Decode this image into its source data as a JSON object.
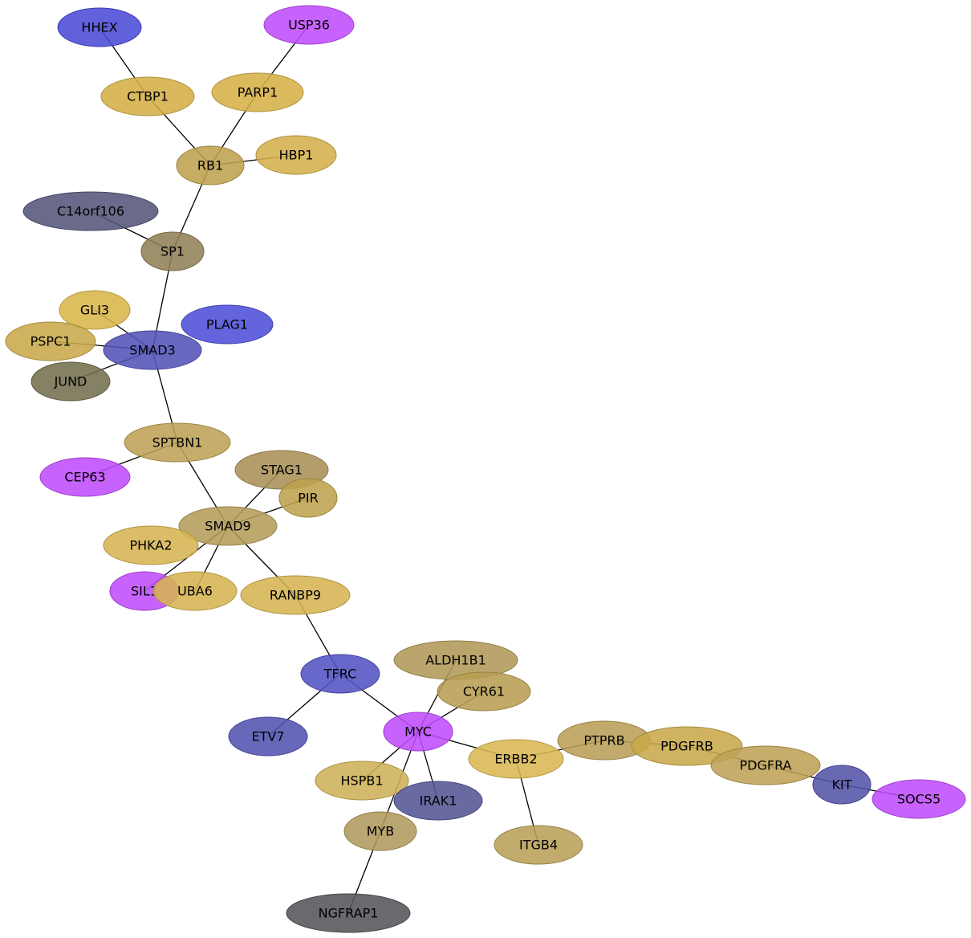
{
  "graph": {
    "nodes": [
      {
        "id": "HHEX",
        "label": "HHEX",
        "color": "#4b4bd6"
      },
      {
        "id": "USP36",
        "label": "USP36",
        "color": "#bf4dfc"
      },
      {
        "id": "CTBP1",
        "label": "CTBP1",
        "color": "#d4ae48"
      },
      {
        "id": "PARP1",
        "label": "PARP1",
        "color": "#d6b048"
      },
      {
        "id": "RB1",
        "label": "RB1",
        "color": "#bea24e"
      },
      {
        "id": "HBP1",
        "label": "HBP1",
        "color": "#d4b04c"
      },
      {
        "id": "C14orf106",
        "label": "C14orf106",
        "color": "#55557a"
      },
      {
        "id": "SP1",
        "label": "SP1",
        "color": "#8f8156"
      },
      {
        "id": "GLI3",
        "label": "GLI3",
        "color": "#dab64a"
      },
      {
        "id": "PLAG1",
        "label": "PLAG1",
        "color": "#4f4fd8"
      },
      {
        "id": "PSPC1",
        "label": "PSPC1",
        "color": "#c8a84a"
      },
      {
        "id": "SMAD3",
        "label": "SMAD3",
        "color": "#5353b8"
      },
      {
        "id": "JUND",
        "label": "JUND",
        "color": "#74704e"
      },
      {
        "id": "SPTBN1",
        "label": "SPTBN1",
        "color": "#bea256"
      },
      {
        "id": "CEP63",
        "label": "CEP63",
        "color": "#bf4dfc"
      },
      {
        "id": "STAG1",
        "label": "STAG1",
        "color": "#a99156"
      },
      {
        "id": "PIR",
        "label": "PIR",
        "color": "#bea24e"
      },
      {
        "id": "SMAD9",
        "label": "SMAD9",
        "color": "#b49c5a"
      },
      {
        "id": "PHKA2",
        "label": "PHKA2",
        "color": "#d6b452"
      },
      {
        "id": "SIL1",
        "label": "SIL1",
        "color": "#bf4dfc"
      },
      {
        "id": "UBA6",
        "label": "UBA6",
        "color": "#d6b452"
      },
      {
        "id": "RANBP9",
        "label": "RANBP9",
        "color": "#d6b452"
      },
      {
        "id": "ALDH1B1",
        "label": "ALDH1B1",
        "color": "#b09a58"
      },
      {
        "id": "TFRC",
        "label": "TFRC",
        "color": "#5353c4"
      },
      {
        "id": "CYR61",
        "label": "CYR61",
        "color": "#b89e52"
      },
      {
        "id": "MYC",
        "label": "MYC",
        "color": "#bf4dfc"
      },
      {
        "id": "ETV7",
        "label": "ETV7",
        "color": "#5353b0"
      },
      {
        "id": "PTPRB",
        "label": "PTPRB",
        "color": "#b89e56"
      },
      {
        "id": "PDGFRB",
        "label": "PDGFRB",
        "color": "#c8a84a"
      },
      {
        "id": "ERBB2",
        "label": "ERBB2",
        "color": "#dab852"
      },
      {
        "id": "PDGFRA",
        "label": "PDGFRA",
        "color": "#bea256"
      },
      {
        "id": "HSPB1",
        "label": "HSPB1",
        "color": "#ceb058"
      },
      {
        "id": "KIT",
        "label": "KIT",
        "color": "#5353a8"
      },
      {
        "id": "SOCS5",
        "label": "SOCS5",
        "color": "#bf4dfc"
      },
      {
        "id": "IRAK1",
        "label": "IRAK1",
        "color": "#555596"
      },
      {
        "id": "MYB",
        "label": "MYB",
        "color": "#b09a5c"
      },
      {
        "id": "ITGB4",
        "label": "ITGB4",
        "color": "#b8a05a"
      },
      {
        "id": "NGFRAP1",
        "label": "NGFRAP1",
        "color": "#55555a"
      }
    ],
    "edges": [
      [
        "HHEX",
        "CTBP1"
      ],
      [
        "USP36",
        "PARP1"
      ],
      [
        "CTBP1",
        "RB1"
      ],
      [
        "PARP1",
        "RB1"
      ],
      [
        "RB1",
        "HBP1"
      ],
      [
        "RB1",
        "SP1"
      ],
      [
        "C14orf106",
        "SP1"
      ],
      [
        "SP1",
        "SMAD3"
      ],
      [
        "GLI3",
        "SMAD3"
      ],
      [
        "PSPC1",
        "SMAD3"
      ],
      [
        "JUND",
        "SMAD3"
      ],
      [
        "SMAD3",
        "SPTBN1"
      ],
      [
        "SPTBN1",
        "CEP63"
      ],
      [
        "SPTBN1",
        "SMAD9"
      ],
      [
        "STAG1",
        "SMAD9"
      ],
      [
        "PIR",
        "SMAD9"
      ],
      [
        "SMAD9",
        "SIL1"
      ],
      [
        "SMAD9",
        "UBA6"
      ],
      [
        "SMAD9",
        "RANBP9"
      ],
      [
        "RANBP9",
        "TFRC"
      ],
      [
        "TFRC",
        "ETV7"
      ],
      [
        "TFRC",
        "MYC"
      ],
      [
        "MYC",
        "ALDH1B1"
      ],
      [
        "MYC",
        "CYR61"
      ],
      [
        "MYC",
        "ERBB2"
      ],
      [
        "MYC",
        "HSPB1"
      ],
      [
        "MYC",
        "IRAK1"
      ],
      [
        "MYC",
        "MYB"
      ],
      [
        "MYB",
        "NGFRAP1"
      ],
      [
        "ERBB2",
        "PTPRB"
      ],
      [
        "ERBB2",
        "ITGB4"
      ],
      [
        "PTPRB",
        "PDGFRB"
      ],
      [
        "PDGFRB",
        "PDGFRA"
      ],
      [
        "PDGFRA",
        "KIT"
      ],
      [
        "KIT",
        "SOCS5"
      ]
    ]
  }
}
